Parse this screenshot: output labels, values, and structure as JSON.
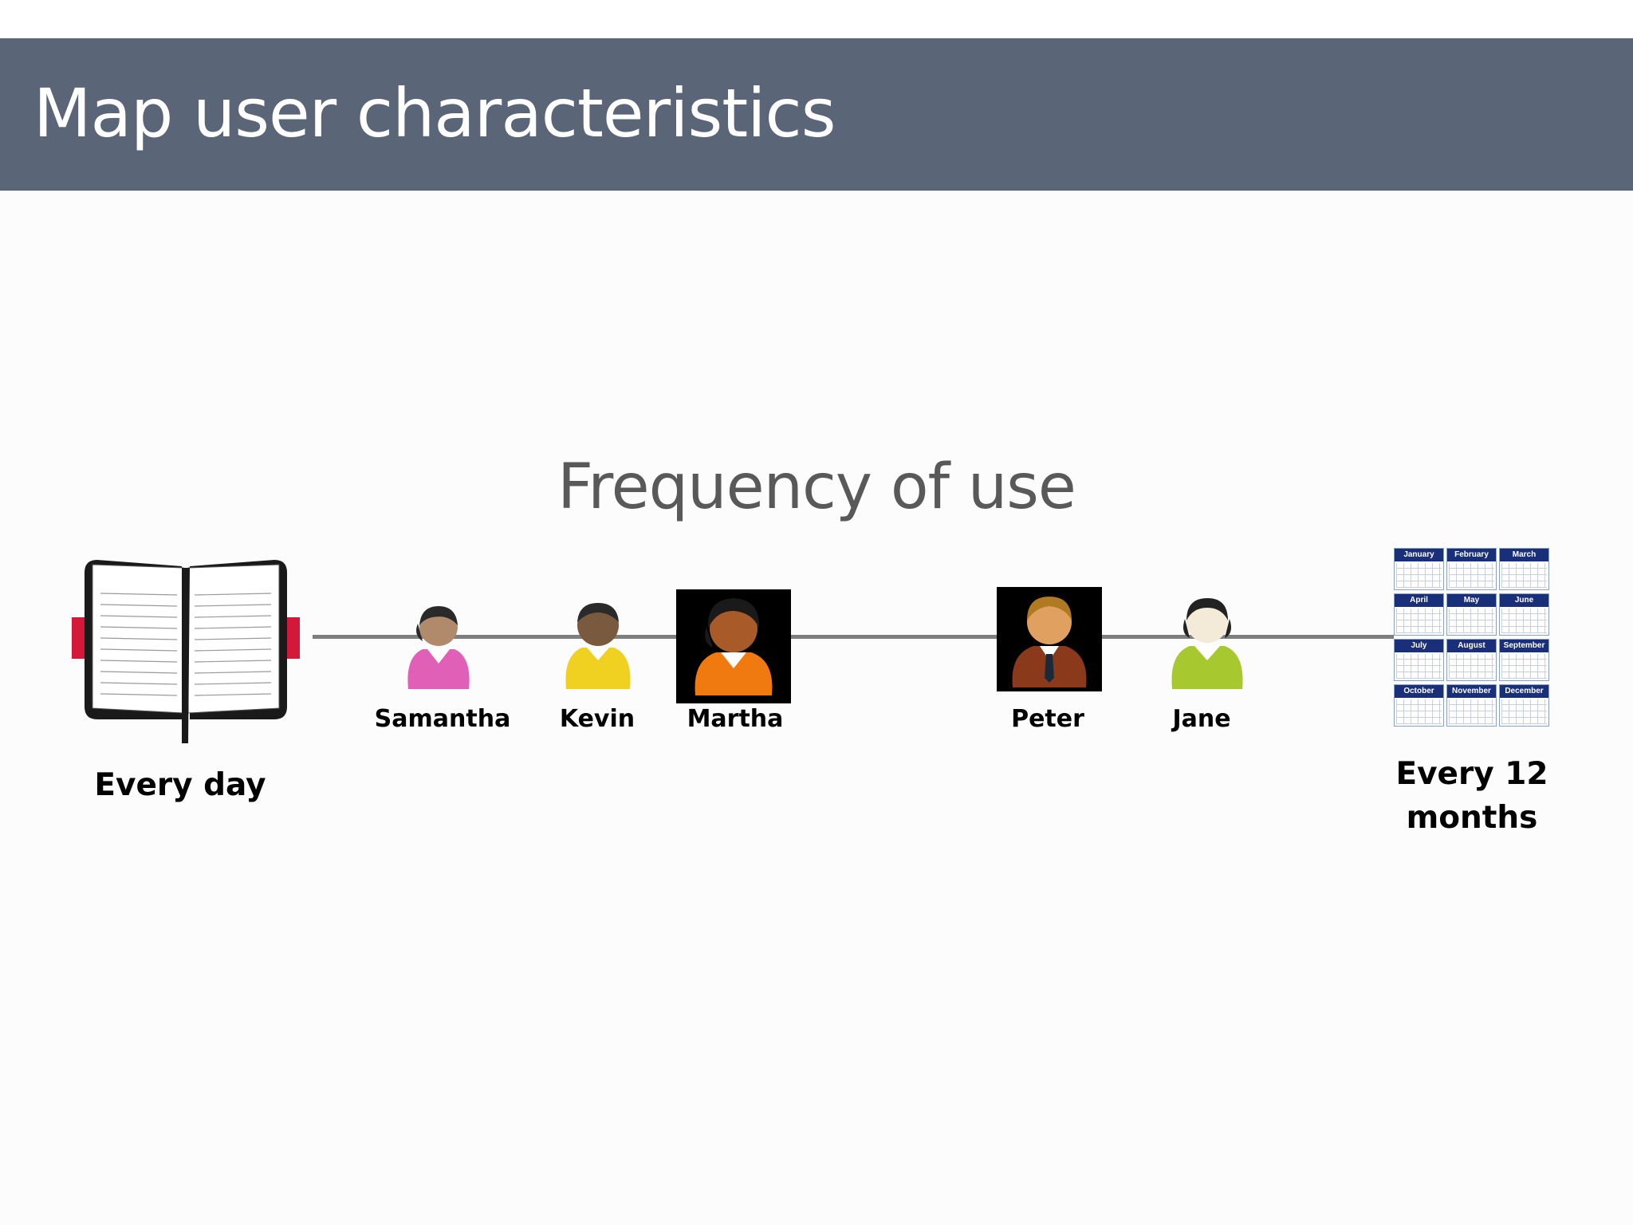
{
  "header": {
    "title": "Map user characteristics"
  },
  "diagram": {
    "title": "Frequency of use",
    "start_label": "Every day",
    "end_label": "Every 12 months",
    "users": [
      {
        "name": "Samantha",
        "color": "#e060b8"
      },
      {
        "name": "Kevin",
        "color": "#f0d020"
      },
      {
        "name": "Martha",
        "color": "#f07a10"
      },
      {
        "name": "Peter",
        "color": "#8a3a1a"
      },
      {
        "name": "Jane",
        "color": "#a8c830"
      }
    ],
    "calendar_months": [
      "January",
      "February",
      "March",
      "April",
      "May",
      "June",
      "July",
      "August",
      "September",
      "October",
      "November",
      "December"
    ],
    "icons": {
      "start": "diary-icon",
      "end": "calendar-icon"
    },
    "colors": {
      "header_bg": "#5a6577",
      "axis": "#7f7f7f",
      "diary_bookmark": "#d4183a"
    }
  }
}
